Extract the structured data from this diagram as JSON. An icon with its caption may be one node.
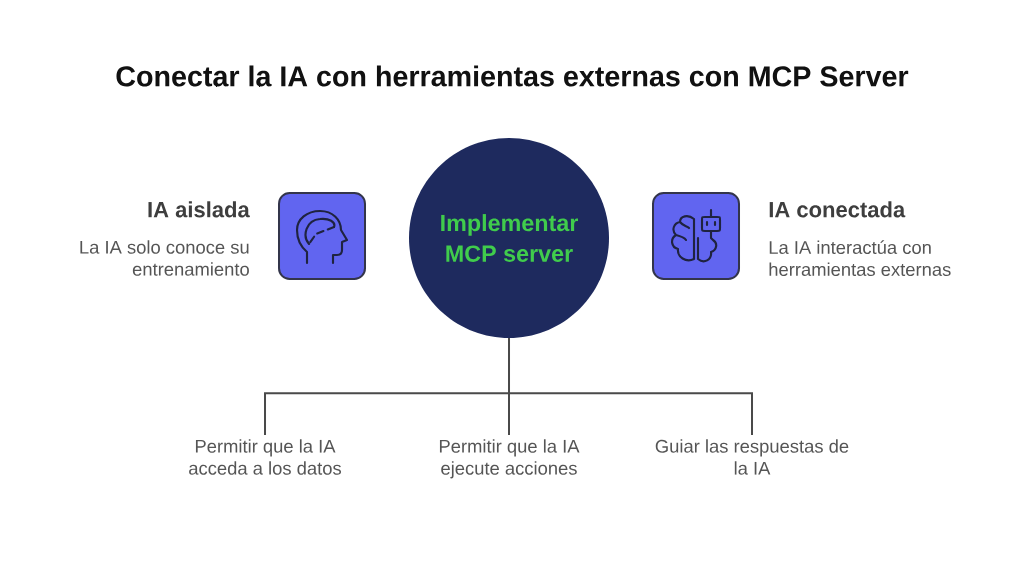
{
  "diagram": {
    "title": "Conectar la IA con herramientas externas con MCP Server",
    "nodes": [
      {
        "text": [],
        "shape": "picture",
        "beside": [
          "IA aislada",
          "La IA solo conoce su entrenamiento"
        ]
      },
      {
        "text": [
          "Implementar MCP server"
        ]
      },
      {
        "text": [],
        "shape": "picture",
        "beside": [
          "IA conectada",
          "La IA interactúa con herramientas externas"
        ]
      },
      {
        "text": [
          "Permitir que la IA acceda a los datos"
        ]
      },
      {
        "text": [
          "Permitir que la IA ejecute acciones"
        ]
      },
      {
        "text": [
          "Guiar las respuestas de la IA"
        ]
      }
    ],
    "edges": [
      {
        "from": 1,
        "to": 3,
        "arrow": "none"
      },
      {
        "from": 1,
        "to": 4,
        "arrow": "none"
      },
      {
        "from": 1,
        "to": 5,
        "arrow": "none"
      }
    ]
  }
}
